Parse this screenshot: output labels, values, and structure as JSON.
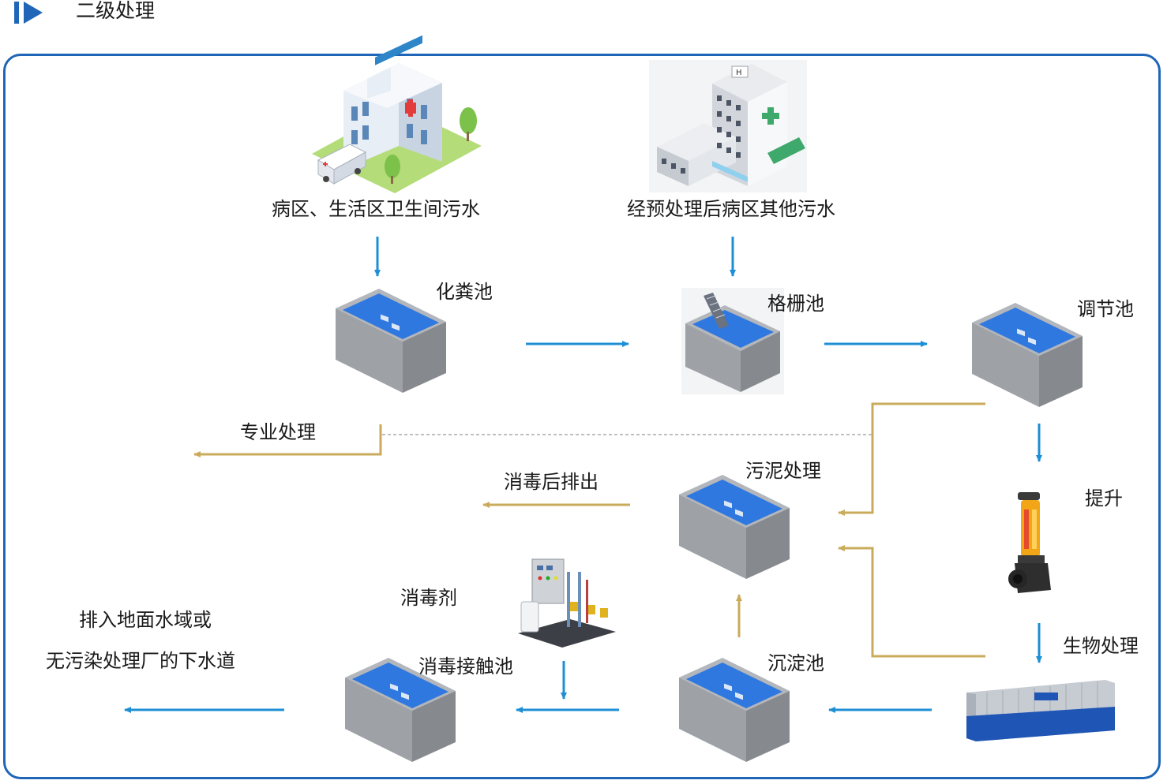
{
  "header": {
    "title": "二级处理"
  },
  "colors": {
    "blue_arrow": "#1e8fd5",
    "gold_arrow": "#c9ab5b",
    "frame": "#1f66b8",
    "tank_water": "#2f78e0",
    "tank_body": "#9ea1a6"
  },
  "sources": {
    "hospital_ward": "病区、生活区卫生间污水",
    "other_ward": "经预处理后病区其他污水"
  },
  "stages": {
    "septic_tank": "化粪池",
    "grille_tank": "格栅池",
    "regulating_tank": "调节池",
    "lift": "提升",
    "bio_treatment": "生物处理",
    "settling_tank": "沉淀池",
    "sludge_treatment": "污泥处理",
    "disinfectant": "消毒剂",
    "contact_tank": "消毒接触池"
  },
  "outlets": {
    "professional": "专业处理",
    "disinfect_discharge": "消毒后排出",
    "final_line1": "排入地面水域或",
    "final_line2": "无污染处理厂的下水道"
  }
}
